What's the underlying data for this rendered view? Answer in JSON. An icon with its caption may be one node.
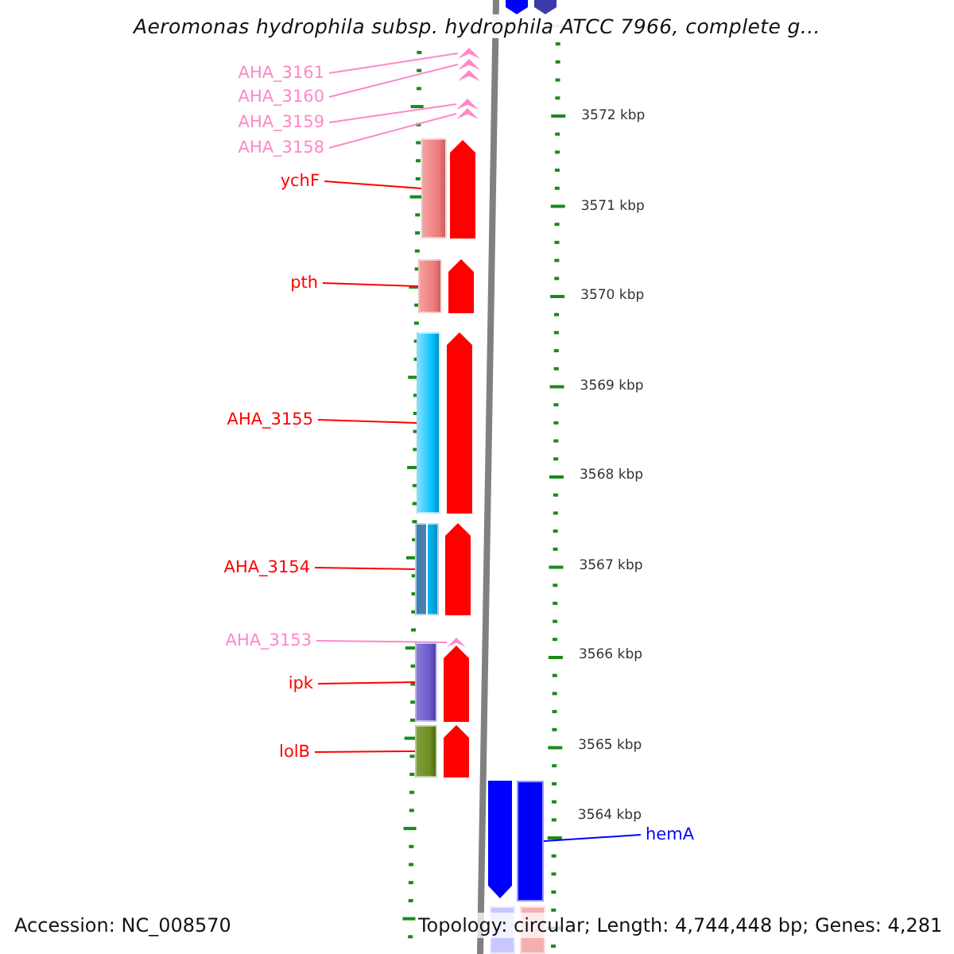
{
  "diagram": {
    "title": "Aeromonas hydrophila subsp. hydrophila ATCC 7966, complete g...",
    "nodes": [
      {
        "text": [
          "AHA_3161"
        ]
      },
      {
        "text": [
          "AHA_3160"
        ]
      },
      {
        "text": [
          "AHA_3159"
        ]
      },
      {
        "text": [
          "AHA_3158"
        ]
      },
      {
        "text": [
          "ychF"
        ]
      },
      {
        "text": [
          "pth"
        ]
      },
      {
        "text": [
          "AHA_3155"
        ]
      },
      {
        "text": [
          "AHA_3154"
        ]
      },
      {
        "text": [
          "AHA_3153"
        ]
      },
      {
        "text": [
          "ipk"
        ]
      },
      {
        "text": [
          "lolB"
        ]
      },
      {
        "text": [
          "hemA"
        ]
      },
      {
        "text": [],
        "shape": "chevron"
      },
      {
        "text": [],
        "shape": "chevron"
      },
      {
        "text": [],
        "shape": "chevron"
      },
      {
        "text": [],
        "shape": "chevron"
      },
      {
        "text": [],
        "shape": "bar"
      },
      {
        "text": [],
        "shape": "bar"
      },
      {
        "text": [],
        "shape": "bar"
      },
      {
        "text": [],
        "shape": "bar"
      },
      {
        "text": [],
        "shape": "chevron"
      },
      {
        "text": [],
        "shape": "bar"
      },
      {
        "text": [],
        "shape": "bar"
      },
      {
        "text": [],
        "shape": "bar"
      },
      {
        "text": [],
        "shape": "chevron"
      },
      {
        "text": [],
        "shape": "arrow"
      },
      {
        "text": [],
        "shape": "arrow"
      },
      {
        "text": [],
        "shape": "arrow"
      },
      {
        "text": [],
        "shape": "arrow"
      },
      {
        "text": [],
        "shape": "arrow"
      },
      {
        "text": [],
        "shape": "arrow"
      },
      {
        "text": [],
        "shape": "arrow"
      },
      {
        "text": [],
        "shape": "arrow"
      },
      {
        "text": [],
        "shape": "arrow"
      },
      {
        "text": [],
        "shape": "bar"
      },
      {
        "text": [],
        "shape": "bar"
      },
      {
        "text": [],
        "shape": "bar"
      }
    ],
    "edges": [
      {
        "from": 0,
        "to": 12,
        "arrow": "none",
        "color": "#ff88c8"
      },
      {
        "from": 1,
        "to": 13,
        "arrow": "none",
        "color": "#ff88c8"
      },
      {
        "from": 2,
        "to": 14,
        "arrow": "none",
        "color": "#ff88c8"
      },
      {
        "from": 3,
        "to": 15,
        "arrow": "none",
        "color": "#ff88c8"
      },
      {
        "from": 4,
        "to": 16,
        "arrow": "none"
      },
      {
        "from": 5,
        "to": 17,
        "arrow": "none"
      },
      {
        "from": 6,
        "to": 18,
        "arrow": "none"
      },
      {
        "from": 7,
        "to": 19,
        "arrow": "none"
      },
      {
        "from": 8,
        "to": 20,
        "arrow": "none",
        "color": "#ff88c8"
      },
      {
        "from": 9,
        "to": 21,
        "arrow": "none"
      },
      {
        "from": 10,
        "to": 22,
        "arrow": "none"
      },
      {
        "from": 11,
        "to": 23,
        "arrow": "none",
        "color": "#0000ff"
      }
    ],
    "labels": [
      "3572 kbp",
      "3571 kbp",
      "3570 kbp",
      "3569 kbp",
      "3568 kbp",
      "3567 kbp",
      "3566 kbp",
      "3565 kbp",
      "3564 kbp",
      "Accession: NC_008570",
      "Topology: circular; Length: 4,744,448 bp; Genes: 4,281"
    ]
  }
}
